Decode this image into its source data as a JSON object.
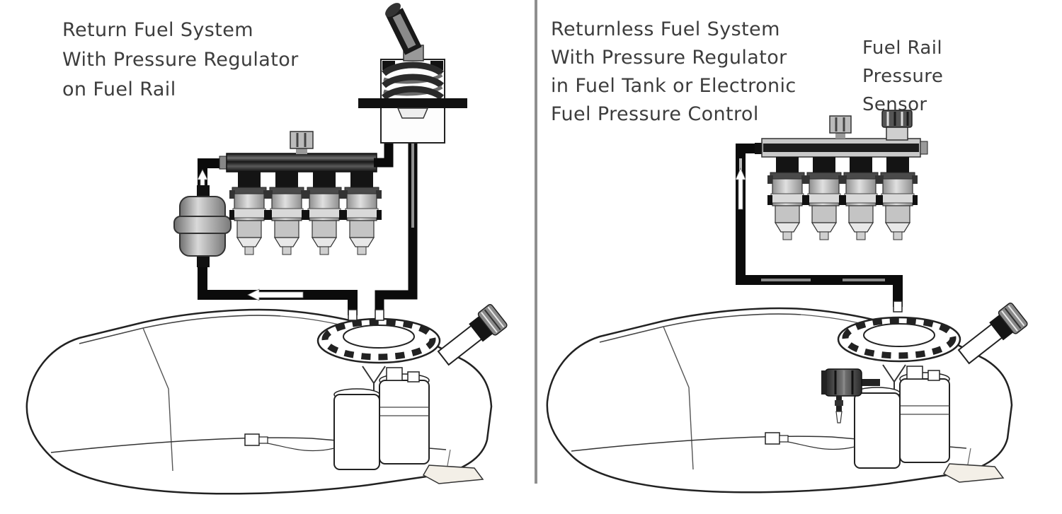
{
  "panels": {
    "left": {
      "title_lines": [
        "Return Fuel System",
        "With Pressure Regulator",
        "on Fuel Rail"
      ]
    },
    "right": {
      "title_lines": [
        "Returnless Fuel System",
        "With Pressure Regulator",
        "in Fuel Tank or Electronic",
        "Fuel Pressure Control"
      ],
      "sensor_label_lines": [
        "Fuel Rail",
        "Pressure",
        "Sensor"
      ]
    }
  },
  "colors": {
    "background": "#ffffff",
    "line_ink": "#1a1a1a",
    "pipe_black": "#0b0b0b",
    "metal_light": "#d9d9d9",
    "metal_dark": "#6f6f6f",
    "divider_gray": "#8f8f8f",
    "label_text": "#3d3d3d"
  },
  "flow_arrows": {
    "left_panel": [
      "up-arrow-in-supply-riser",
      "left-arrow-in-tank-to-filter-line"
    ],
    "right_panel": [
      "up-arrow-in-supply-riser"
    ]
  }
}
